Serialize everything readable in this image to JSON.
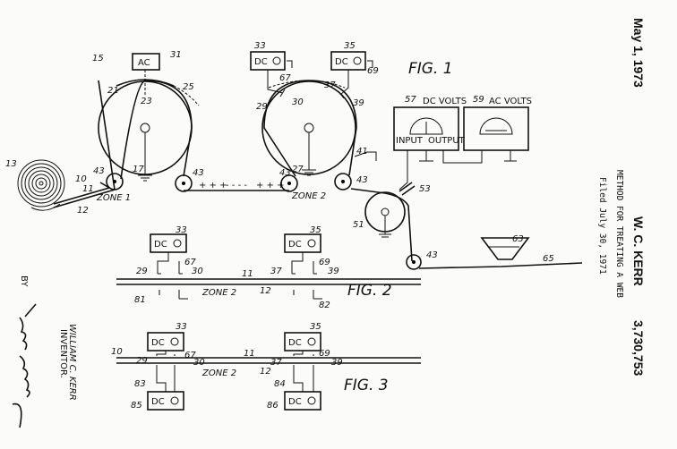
{
  "header": {
    "date": "May 1, 1973",
    "inventor_short": "W. C. KERR",
    "title": "METHOD FOR TREATING A WEB",
    "filed": "Filed July 30, 1971",
    "patent_number": "3,730,753"
  },
  "inventor_block": {
    "name": "WILLIAM C. KERR",
    "role": "INVENTOR.",
    "by": "BY",
    "signature": "Norman Rudolsky"
  },
  "figures": {
    "fig1": "FIG. 1",
    "fig2": "FIG. 2",
    "fig3": "FIG. 3"
  },
  "zones": {
    "zone1": "ZONE 1",
    "zone2": "ZONE 2"
  },
  "meters": {
    "dc_volts": "DC VOLTS",
    "ac_volts": "AC VOLTS",
    "input": "INPUT",
    "output": "OUTPUT"
  },
  "boxes": {
    "ac": "AC",
    "dc": "DC"
  },
  "web_charges": {
    "minus": "- - - -",
    "plus": "+ + +"
  },
  "refs": {
    "r13": "13",
    "r10": "10",
    "r11": "11",
    "r12": "12",
    "r15": "15",
    "r31": "31",
    "r21": "21",
    "r23": "23",
    "r25": "25",
    "r17": "17",
    "r43": "43",
    "r33": "33",
    "r35": "35",
    "r67": "67",
    "r69": "69",
    "r29": "29",
    "r30": "30",
    "r37": "37",
    "r39": "39",
    "r27": "27",
    "r41": "41",
    "r57": "57",
    "r59": "59",
    "r53": "53",
    "r51": "51",
    "r63": "63",
    "r65": "65",
    "r81": "81",
    "r82": "82",
    "r83": "83",
    "r84": "84",
    "r85": "85",
    "r86": "86"
  }
}
